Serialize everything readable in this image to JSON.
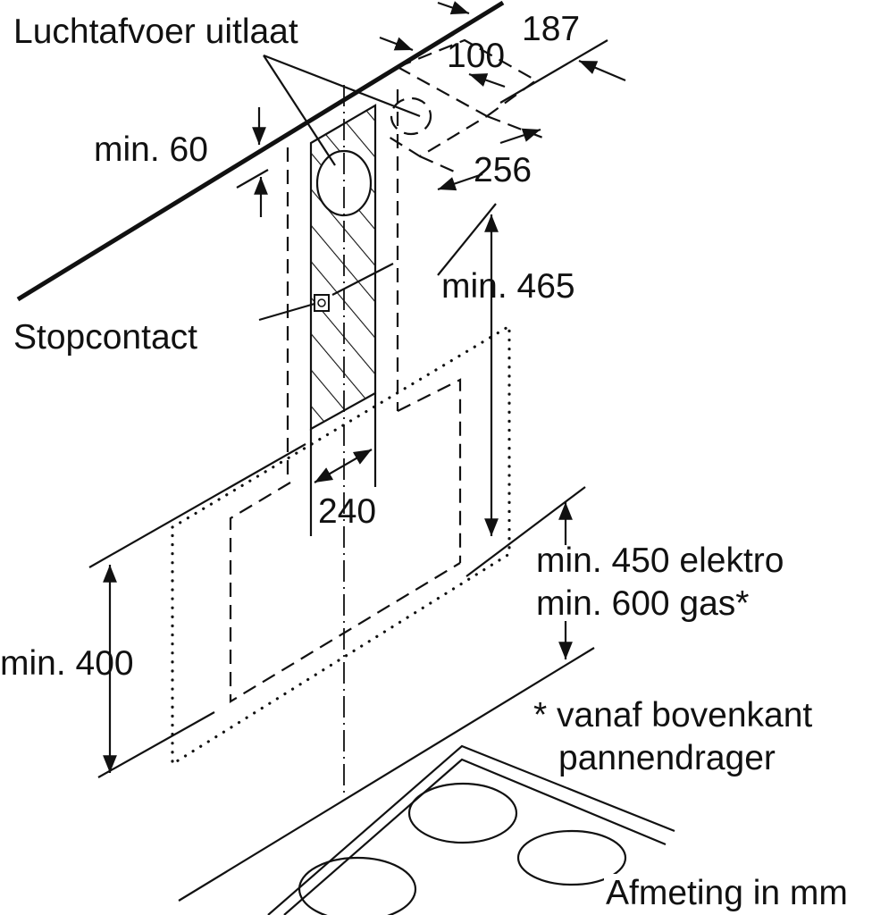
{
  "labels": {
    "air_outlet": "Luchtafvoer uitlaat",
    "dim_187": "187",
    "dim_100": "100",
    "min_60": "min. 60",
    "dim_256": "256",
    "min_465": "min. 465",
    "socket": "Stopcontact",
    "dim_240": "240",
    "min_450_electric": "min. 450 elektro",
    "min_600_gas": "min. 600 gas*",
    "min_400": "min. 400",
    "footnote_line1": "* vanaf bovenkant",
    "footnote_line2": "pannendrager",
    "units_note": "Afmeting in mm"
  },
  "colors": {
    "line": "#111111",
    "background": "#ffffff"
  }
}
